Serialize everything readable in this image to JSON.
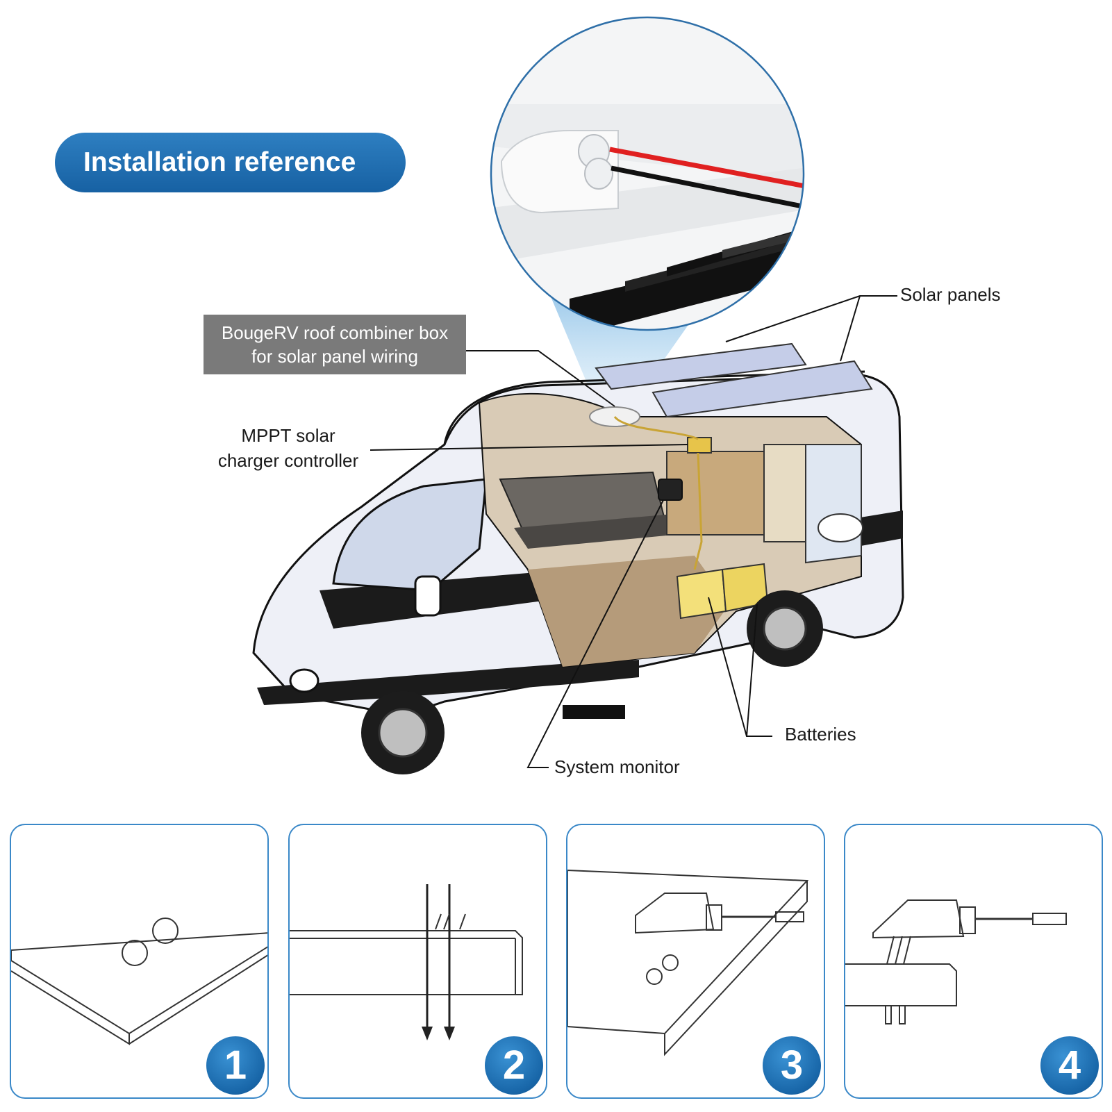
{
  "header": {
    "title": "Installation reference"
  },
  "callouts": {
    "combiner_box": {
      "line1": "BougeRV roof combiner box",
      "line2": "for solar panel wiring"
    },
    "mppt": {
      "line1": "MPPT solar",
      "line2": "charger controller"
    },
    "solar_panels": "Solar panels",
    "batteries": "Batteries",
    "system_monitor": "System monitor"
  },
  "steps": [
    {
      "number": "1"
    },
    {
      "number": "2"
    },
    {
      "number": "3"
    },
    {
      "number": "4"
    }
  ],
  "colors": {
    "accent": "#1761a3",
    "step_border": "#3a88c8",
    "callout_box": "#7a7a7a",
    "wire_red": "#e02020",
    "wire_black": "#111111",
    "battery": "#f3e07a"
  }
}
